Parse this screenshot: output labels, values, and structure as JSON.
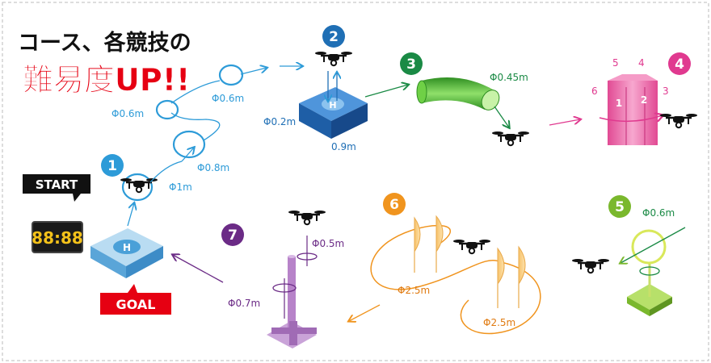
{
  "title": {
    "line1": "コース、各競技の",
    "line2": "難易度UP!!"
  },
  "labels": {
    "start": "START",
    "goal": "GOAL",
    "timer": "88:88",
    "helipad": "H"
  },
  "stations": {
    "s1": {
      "num": "1",
      "color": "#2d9bd8"
    },
    "s2": {
      "num": "2",
      "color": "#1f6fb5"
    },
    "s3": {
      "num": "3",
      "color": "#1a8a45"
    },
    "s4": {
      "num": "4",
      "color": "#e0398f"
    },
    "s5": {
      "num": "5",
      "color": "#7ab82d"
    },
    "s6": {
      "num": "6",
      "color": "#f0941e"
    },
    "s7": {
      "num": "7",
      "color": "#6b2b86"
    }
  },
  "dims": {
    "ring_1m": "Φ1m",
    "ring_08m": "Φ0.8m",
    "ring_06m_a": "Φ0.6m",
    "ring_06m_b": "Φ0.6m",
    "pad_02m": "Φ0.2m",
    "pad_09m": "0.9m",
    "tube_045m": "Φ0.45m",
    "hoop5_06m": "Φ0.6m",
    "fig8_a": "Φ2.5m",
    "fig8_b": "Φ2.5m",
    "pole_05m": "Φ0.5m",
    "pole_07m": "Φ0.7m"
  },
  "pillar_faces": [
    "1",
    "2",
    "3",
    "4",
    "5",
    "6"
  ],
  "colors": {
    "blue": "#2d9bd8",
    "green_tube": "#5cc036",
    "pink": "#e0398f",
    "lime": "#a6d64a",
    "orange": "#f0941e",
    "purple": "#b783c9",
    "red": "#e60012"
  }
}
